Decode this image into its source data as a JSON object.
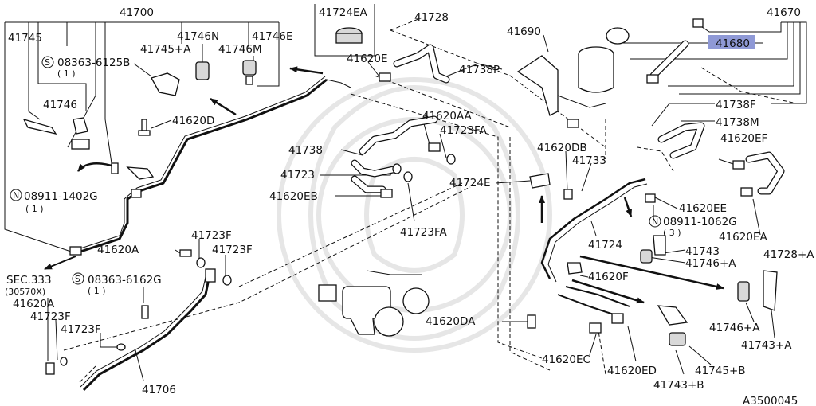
{
  "diagram_code": "A3500045",
  "highlighted_part": "41680",
  "labels": {
    "p41700": "41700",
    "p41745": "41745",
    "p41724EA": "41724EA",
    "p41728": "41728",
    "p41690": "41690",
    "p41670": "41670",
    "p41680": "41680",
    "p41746N": "41746N",
    "p41746E": "41746E",
    "p41745A": "41745+A",
    "p41746M": "41746M",
    "p41620E": "41620E",
    "p41738P": "41738P",
    "s08363_6125B": "08363-6125B",
    "s08363_6125B_qty": "( 1 )",
    "p41746": "41746",
    "p41620D": "41620D",
    "p41620AA": "41620AA",
    "p41723FA_a": "41723FA",
    "p41738": "41738",
    "p41723": "41723",
    "p41620EB": "41620EB",
    "p41724E": "41724E",
    "p41723FA_b": "41723FA",
    "p41738F": "41738F",
    "p41738M": "41738M",
    "p41620EF": "41620EF",
    "p41620DB": "41620DB",
    "p41733": "41733",
    "p41620EE": "41620EE",
    "n08911_1062G": "08911-1062G",
    "n08911_1062G_qty": "( 3 )",
    "p41620EA": "41620EA",
    "p41728A": "41728+A",
    "p41724": "41724",
    "p41743": "41743",
    "p41746A_1": "41746+A",
    "n08911_1402G": "08911-1402G",
    "n08911_1402G_qty": "( 1 )",
    "p41620A_1": "41620A",
    "p41723F_a": "41723F",
    "p41723F_b": "41723F",
    "sec333": "SEC.333",
    "sec333_ref": "(30570X)",
    "s08363_6162G": "08363-6162G",
    "s08363_6162G_qty": "( 1 )",
    "p41620F": "41620F",
    "p41620A_2": "41620A",
    "p41723F_c": "41723F",
    "p41723F_d": "41723F",
    "p41620DA": "41620DA",
    "p41746A_2": "41746+A",
    "p41743A": "41743+A",
    "p41620EC": "41620EC",
    "p41620ED": "41620ED",
    "p41745B": "41745+B",
    "p41743B": "41743+B",
    "p41706": "41706"
  },
  "symbols": {
    "screw": "S",
    "nut": "N"
  },
  "icons": [
    "screw-symbol-icon",
    "nut-symbol-icon",
    "direction-arrow-icon",
    "watermark-logo-icon"
  ],
  "colors": {
    "line": "#111111",
    "highlight": "#8f99d6",
    "background": "#ffffff",
    "watermark": "#e6e6e6"
  }
}
